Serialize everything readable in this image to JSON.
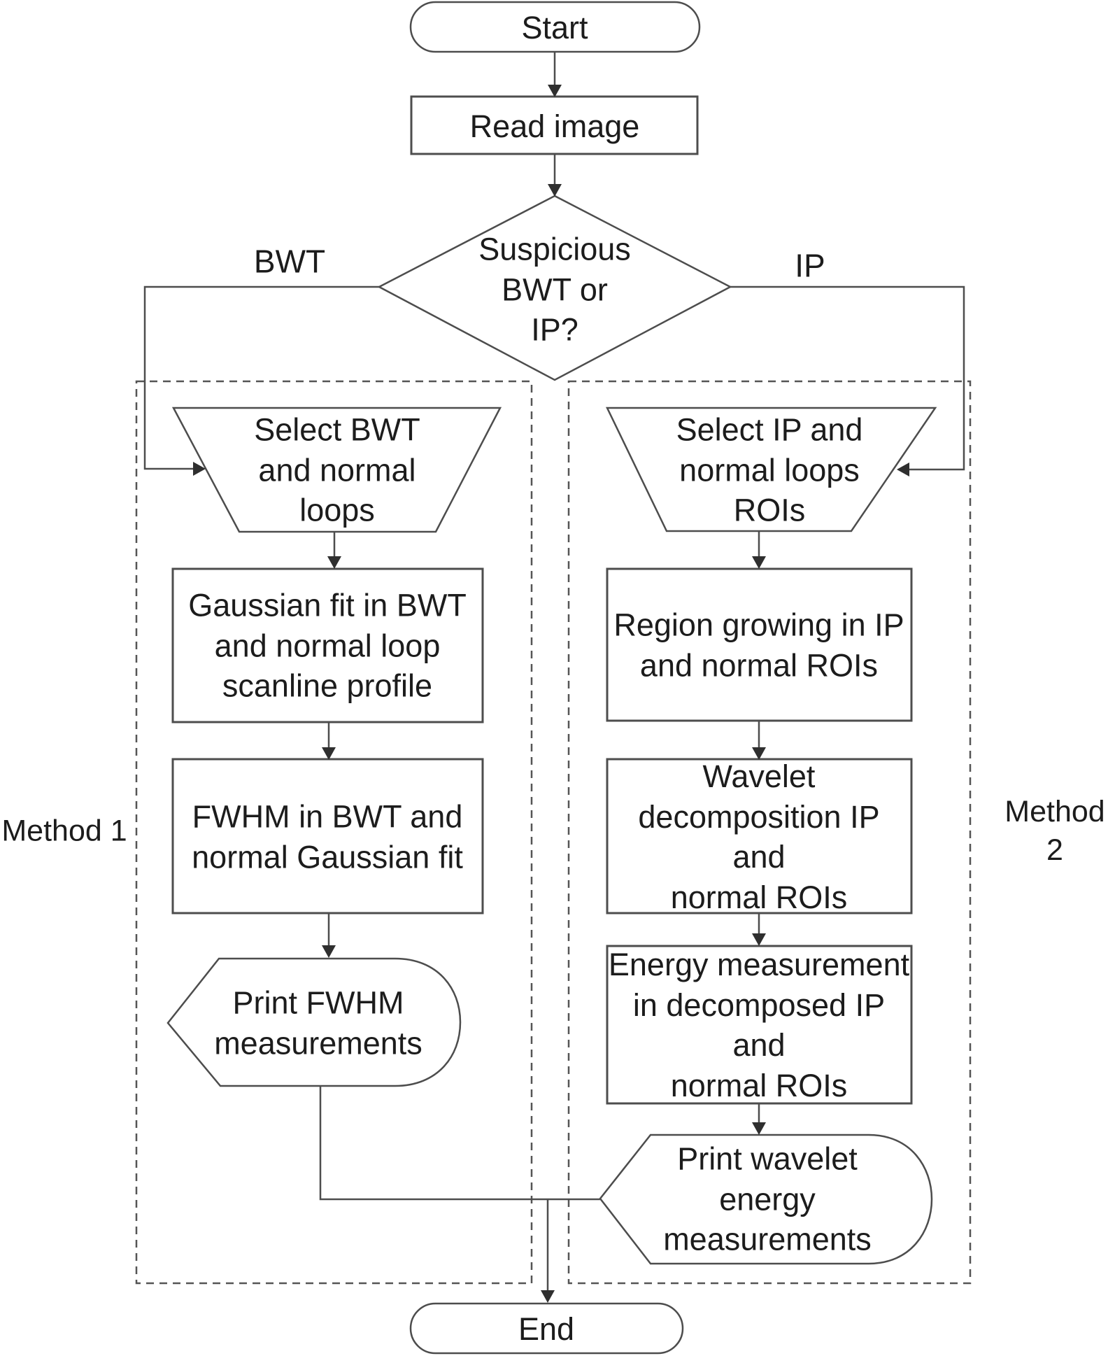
{
  "flowchart": {
    "start": "Start",
    "read_image": "Read image",
    "decision": "Suspicious\nBWT or\nIP?",
    "branch_left_label": "BWT",
    "branch_right_label": "IP",
    "method1": {
      "group_label": "Method 1",
      "select": "Select BWT\nand normal\nloops",
      "step1": "Gaussian fit in BWT\nand normal loop\nscanline profile",
      "step2": "FWHM in BWT and\nnormal Gaussian fit",
      "output": "Print FWHM\nmeasurements"
    },
    "method2": {
      "group_label": "Method 2",
      "select": "Select IP and\nnormal loops\nROIs",
      "step1": "Region growing in IP\nand normal ROIs",
      "step2": "Wavelet\ndecomposition IP and\nnormal ROIs",
      "step3": "Energy measurement\nin decomposed IP and\nnormal ROIs",
      "output": "Print wavelet\nenergy\nmeasurements"
    },
    "end": "End",
    "colors": {
      "line": "#4d4d4d",
      "arrowhead": "#2f2f2f",
      "text": "#1c1c1c",
      "background": "#ffffff"
    }
  }
}
